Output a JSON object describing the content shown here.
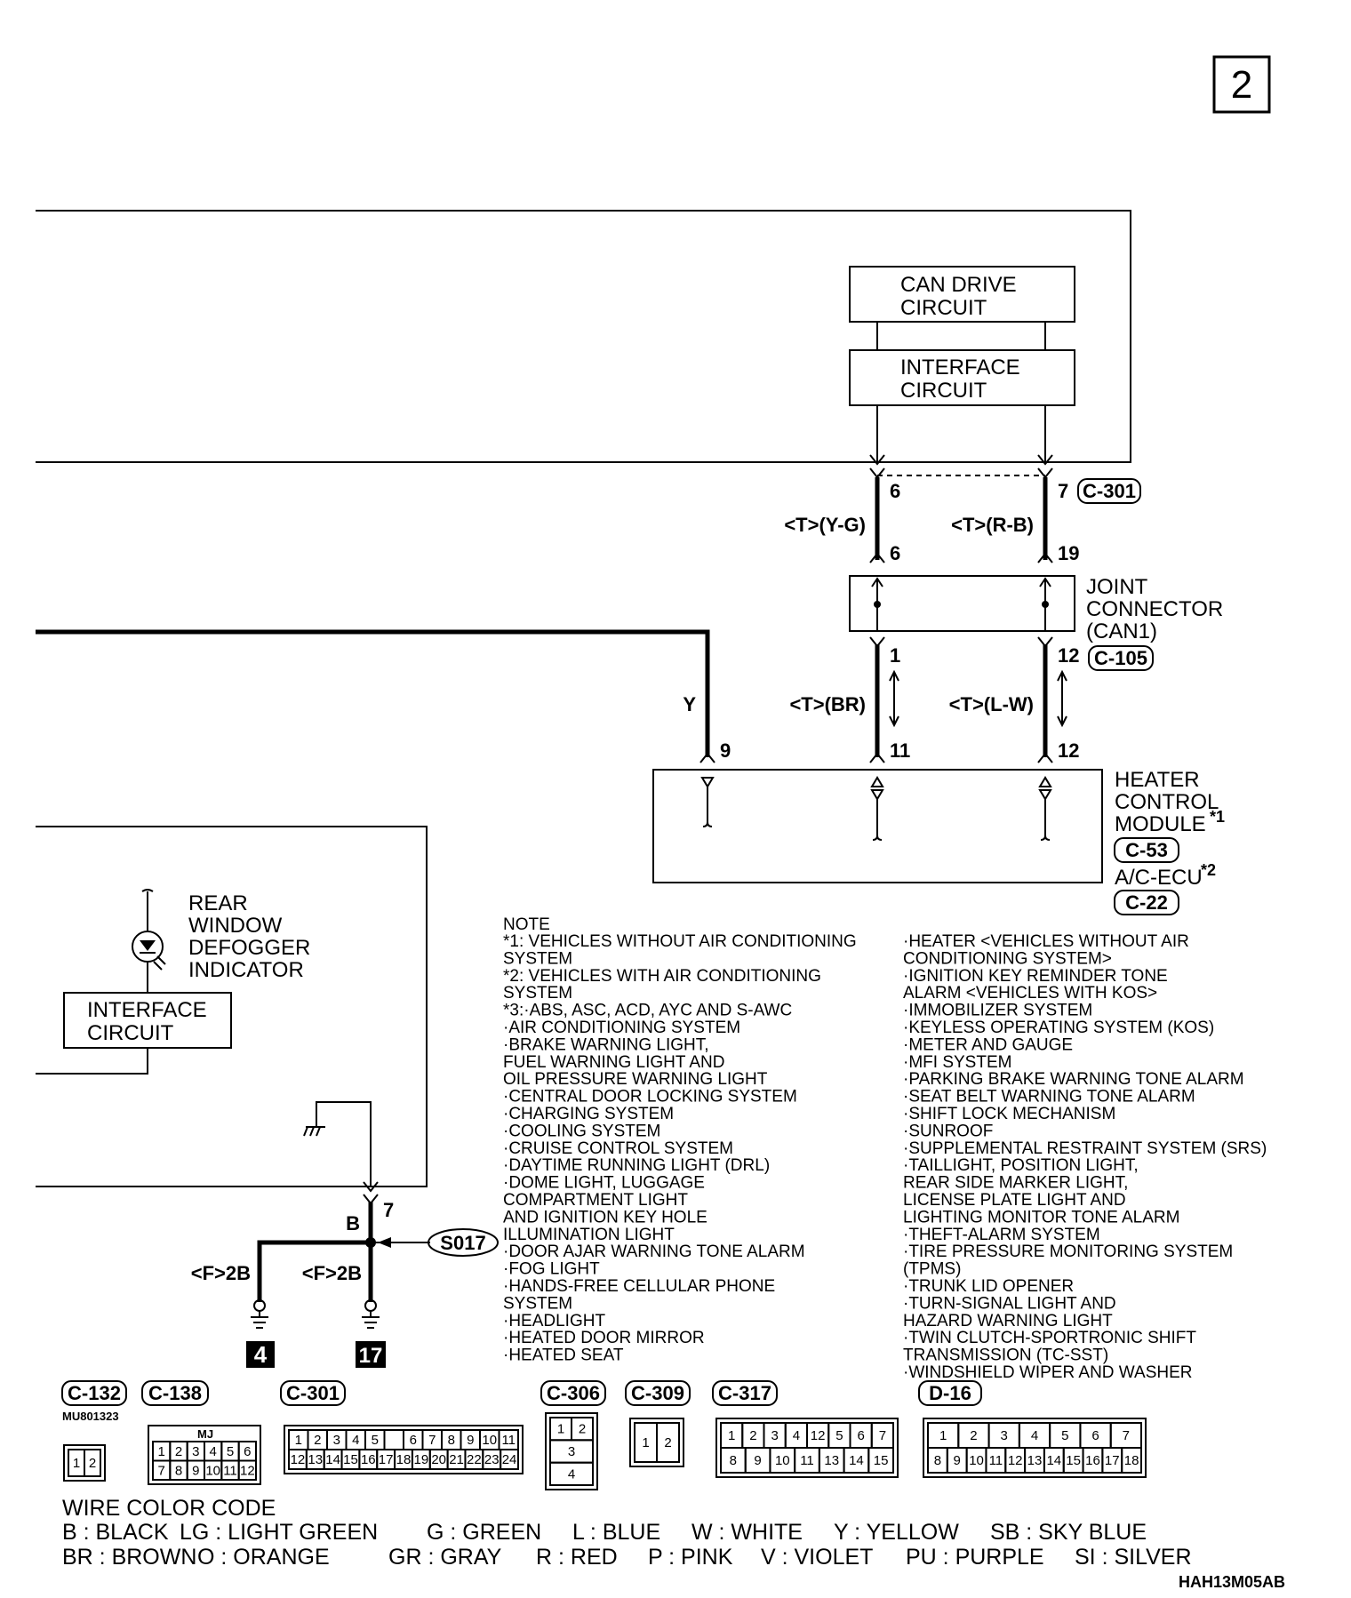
{
  "page_number": "2",
  "drawing_code": "HAH13M05AB",
  "blocks": {
    "can_drive": [
      "CAN DRIVE",
      "CIRCUIT"
    ],
    "interface_top": [
      "INTERFACE",
      "CIRCUIT"
    ],
    "interface_left": [
      "INTERFACE",
      "CIRCUIT"
    ]
  },
  "components": {
    "joint_connector": [
      "JOINT",
      "CONNECTOR",
      "(CAN1)"
    ],
    "heater_module": [
      "HEATER",
      "CONTROL",
      "MODULE"
    ],
    "heater_module_mark": "*1",
    "ac_ecu": "A/C-ECU",
    "ac_ecu_mark": "*2",
    "rear_indicator": [
      "REAR",
      "WINDOW",
      "DEFOGGER",
      "INDICATOR"
    ]
  },
  "connector_refs": {
    "c301": "C-301",
    "c105": "C-105",
    "c53": "C-53",
    "c22": "C-22",
    "splice": "S017"
  },
  "pins": {
    "top_left": "6",
    "top_right": "7",
    "jc_in_left": "6",
    "jc_in_right": "19",
    "jc_out_left": "1",
    "jc_out_right": "12",
    "hcm_y": "9",
    "hcm_left": "11",
    "hcm_right": "12",
    "ground_pin": "7"
  },
  "wires": {
    "yg": "<T>(Y-G)",
    "rb": "<T>(R-B)",
    "br": "<T>(BR)",
    "lw": "<T>(L-W)",
    "y": "Y",
    "b": "B",
    "f2b_left": "<F>2B",
    "f2b_right": "<F>2B"
  },
  "grounds": [
    "4",
    "17"
  ],
  "notes": {
    "title": "NOTE",
    "left": [
      "*1: VEHICLES WITHOUT AIR CONDITIONING",
      "     SYSTEM",
      "*2: VEHICLES WITH AIR CONDITIONING",
      "     SYSTEM",
      "*3:·ABS, ASC, ACD, AYC AND S-AWC",
      "     ·AIR CONDITIONING SYSTEM",
      "     ·BRAKE WARNING LIGHT,",
      "      FUEL WARNING LIGHT AND",
      "      OIL PRESSURE WARNING LIGHT",
      "     ·CENTRAL DOOR LOCKING SYSTEM",
      "     ·CHARGING SYSTEM",
      "     ·COOLING SYSTEM",
      "     ·CRUISE CONTROL SYSTEM",
      "     ·DAYTIME RUNNING LIGHT (DRL)",
      "     ·DOME LIGHT, LUGGAGE",
      "      COMPARTMENT LIGHT",
      "      AND IGNITION KEY HOLE",
      "      ILLUMINATION LIGHT",
      "     ·DOOR AJAR WARNING TONE ALARM",
      "     ·FOG LIGHT",
      "     ·HANDS-FREE CELLULAR PHONE",
      "      SYSTEM",
      "     ·HEADLIGHT",
      "     ·HEATED DOOR MIRROR",
      "     ·HEATED SEAT"
    ],
    "right": [
      "·HEATER <VEHICLES WITHOUT AIR",
      " CONDITIONING SYSTEM>",
      "·IGNITION KEY REMINDER TONE",
      " ALARM <VEHICLES WITH KOS>",
      "·IMMOBILIZER SYSTEM",
      "·KEYLESS OPERATING SYSTEM (KOS)",
      "·METER AND GAUGE",
      "·MFI SYSTEM",
      "·PARKING BRAKE WARNING TONE ALARM",
      "·SEAT BELT WARNING TONE ALARM",
      "·SHIFT LOCK MECHANISM",
      "·SUNROOF",
      "·SUPPLEMENTAL RESTRAINT SYSTEM (SRS)",
      "·TAILLIGHT, POSITION LIGHT,",
      " REAR SIDE MARKER LIGHT,",
      " LICENSE PLATE LIGHT AND",
      " LIGHTING MONITOR TONE ALARM",
      "·THEFT-ALARM SYSTEM",
      "·TIRE PRESSURE MONITORING SYSTEM",
      " (TPMS)",
      "·TRUNK LID OPENER",
      "·TURN-SIGNAL LIGHT AND",
      " HAZARD WARNING LIGHT",
      "·TWIN CLUTCH-SPORTRONIC SHIFT",
      " TRANSMISSION (TC-SST)",
      "·WINDSHIELD WIPER AND WASHER"
    ]
  },
  "connector_views": [
    {
      "id": "C-132",
      "part": "MU801323",
      "rows": [
        [
          "1",
          "2"
        ]
      ]
    },
    {
      "id": "C-138",
      "part": "MJ",
      "rows": [
        [
          "1",
          "2",
          "3",
          "4",
          "5",
          "6"
        ],
        [
          "7",
          "8",
          "9",
          "10",
          "11",
          "12"
        ]
      ]
    },
    {
      "id": "C-301",
      "rows": [
        [
          "1",
          "2",
          "3",
          "4",
          "5",
          "",
          "6",
          "7",
          "8",
          "9",
          "10",
          "11"
        ],
        [
          "12",
          "13",
          "14",
          "15",
          "16",
          "17",
          "18",
          "19",
          "20",
          "21",
          "22",
          "23",
          "24"
        ]
      ]
    },
    {
      "id": "C-306",
      "rows": [
        [
          "1",
          "2"
        ],
        [
          "3"
        ],
        [
          "4"
        ]
      ]
    },
    {
      "id": "C-309",
      "rows": [
        [
          "1",
          "2"
        ]
      ]
    },
    {
      "id": "C-317",
      "rows": [
        [
          "1",
          "2",
          "3",
          "4",
          "12",
          "5",
          "6",
          "7"
        ],
        [
          "8",
          "9",
          "10",
          "11",
          "13",
          "14",
          "15"
        ]
      ]
    },
    {
      "id": "D-16",
      "rows": [
        [
          "1",
          "2",
          "3",
          "4",
          "5",
          "6",
          "7"
        ],
        [
          "8",
          "9",
          "10",
          "11",
          "12",
          "13",
          "14",
          "15",
          "16",
          "17",
          "18"
        ]
      ]
    }
  ],
  "wire_color_code": {
    "title": "WIRE COLOR CODE",
    "row1": [
      "B : BLACK",
      "LG : LIGHT GREEN",
      "G : GREEN",
      "L : BLUE",
      "W : WHITE",
      "Y : YELLOW",
      "SB : SKY BLUE"
    ],
    "row2": [
      "BR : BROWN",
      "O : ORANGE",
      "GR : GRAY",
      "R : RED",
      "P : PINK",
      "V : VIOLET",
      "PU : PURPLE",
      "SI : SILVER"
    ]
  }
}
